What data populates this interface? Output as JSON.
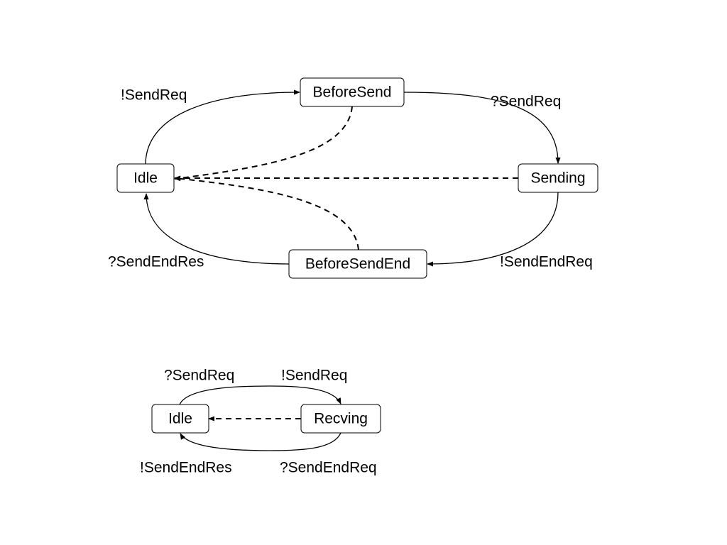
{
  "colors": {
    "stroke": "#000000",
    "background": "#ffffff"
  },
  "sender_machine": {
    "states": {
      "idle": "Idle",
      "before_send": "BeforeSend",
      "sending": "Sending",
      "before_send_end": "BeforeSendEnd"
    },
    "transitions": {
      "idle_to_before_send": "!SendReq",
      "before_send_to_sending": "?SendReq",
      "sending_to_before_send_end": "!SendEndReq",
      "before_send_end_to_idle": "?SendEndRes"
    }
  },
  "receiver_machine": {
    "states": {
      "idle": "Idle",
      "recving": "Recving"
    },
    "transitions": {
      "idle_to_recving_left": "?SendReq",
      "idle_to_recving_right": "!SendReq",
      "recving_to_idle_left": "!SendEndRes",
      "recving_to_idle_right": "?SendEndReq"
    }
  }
}
